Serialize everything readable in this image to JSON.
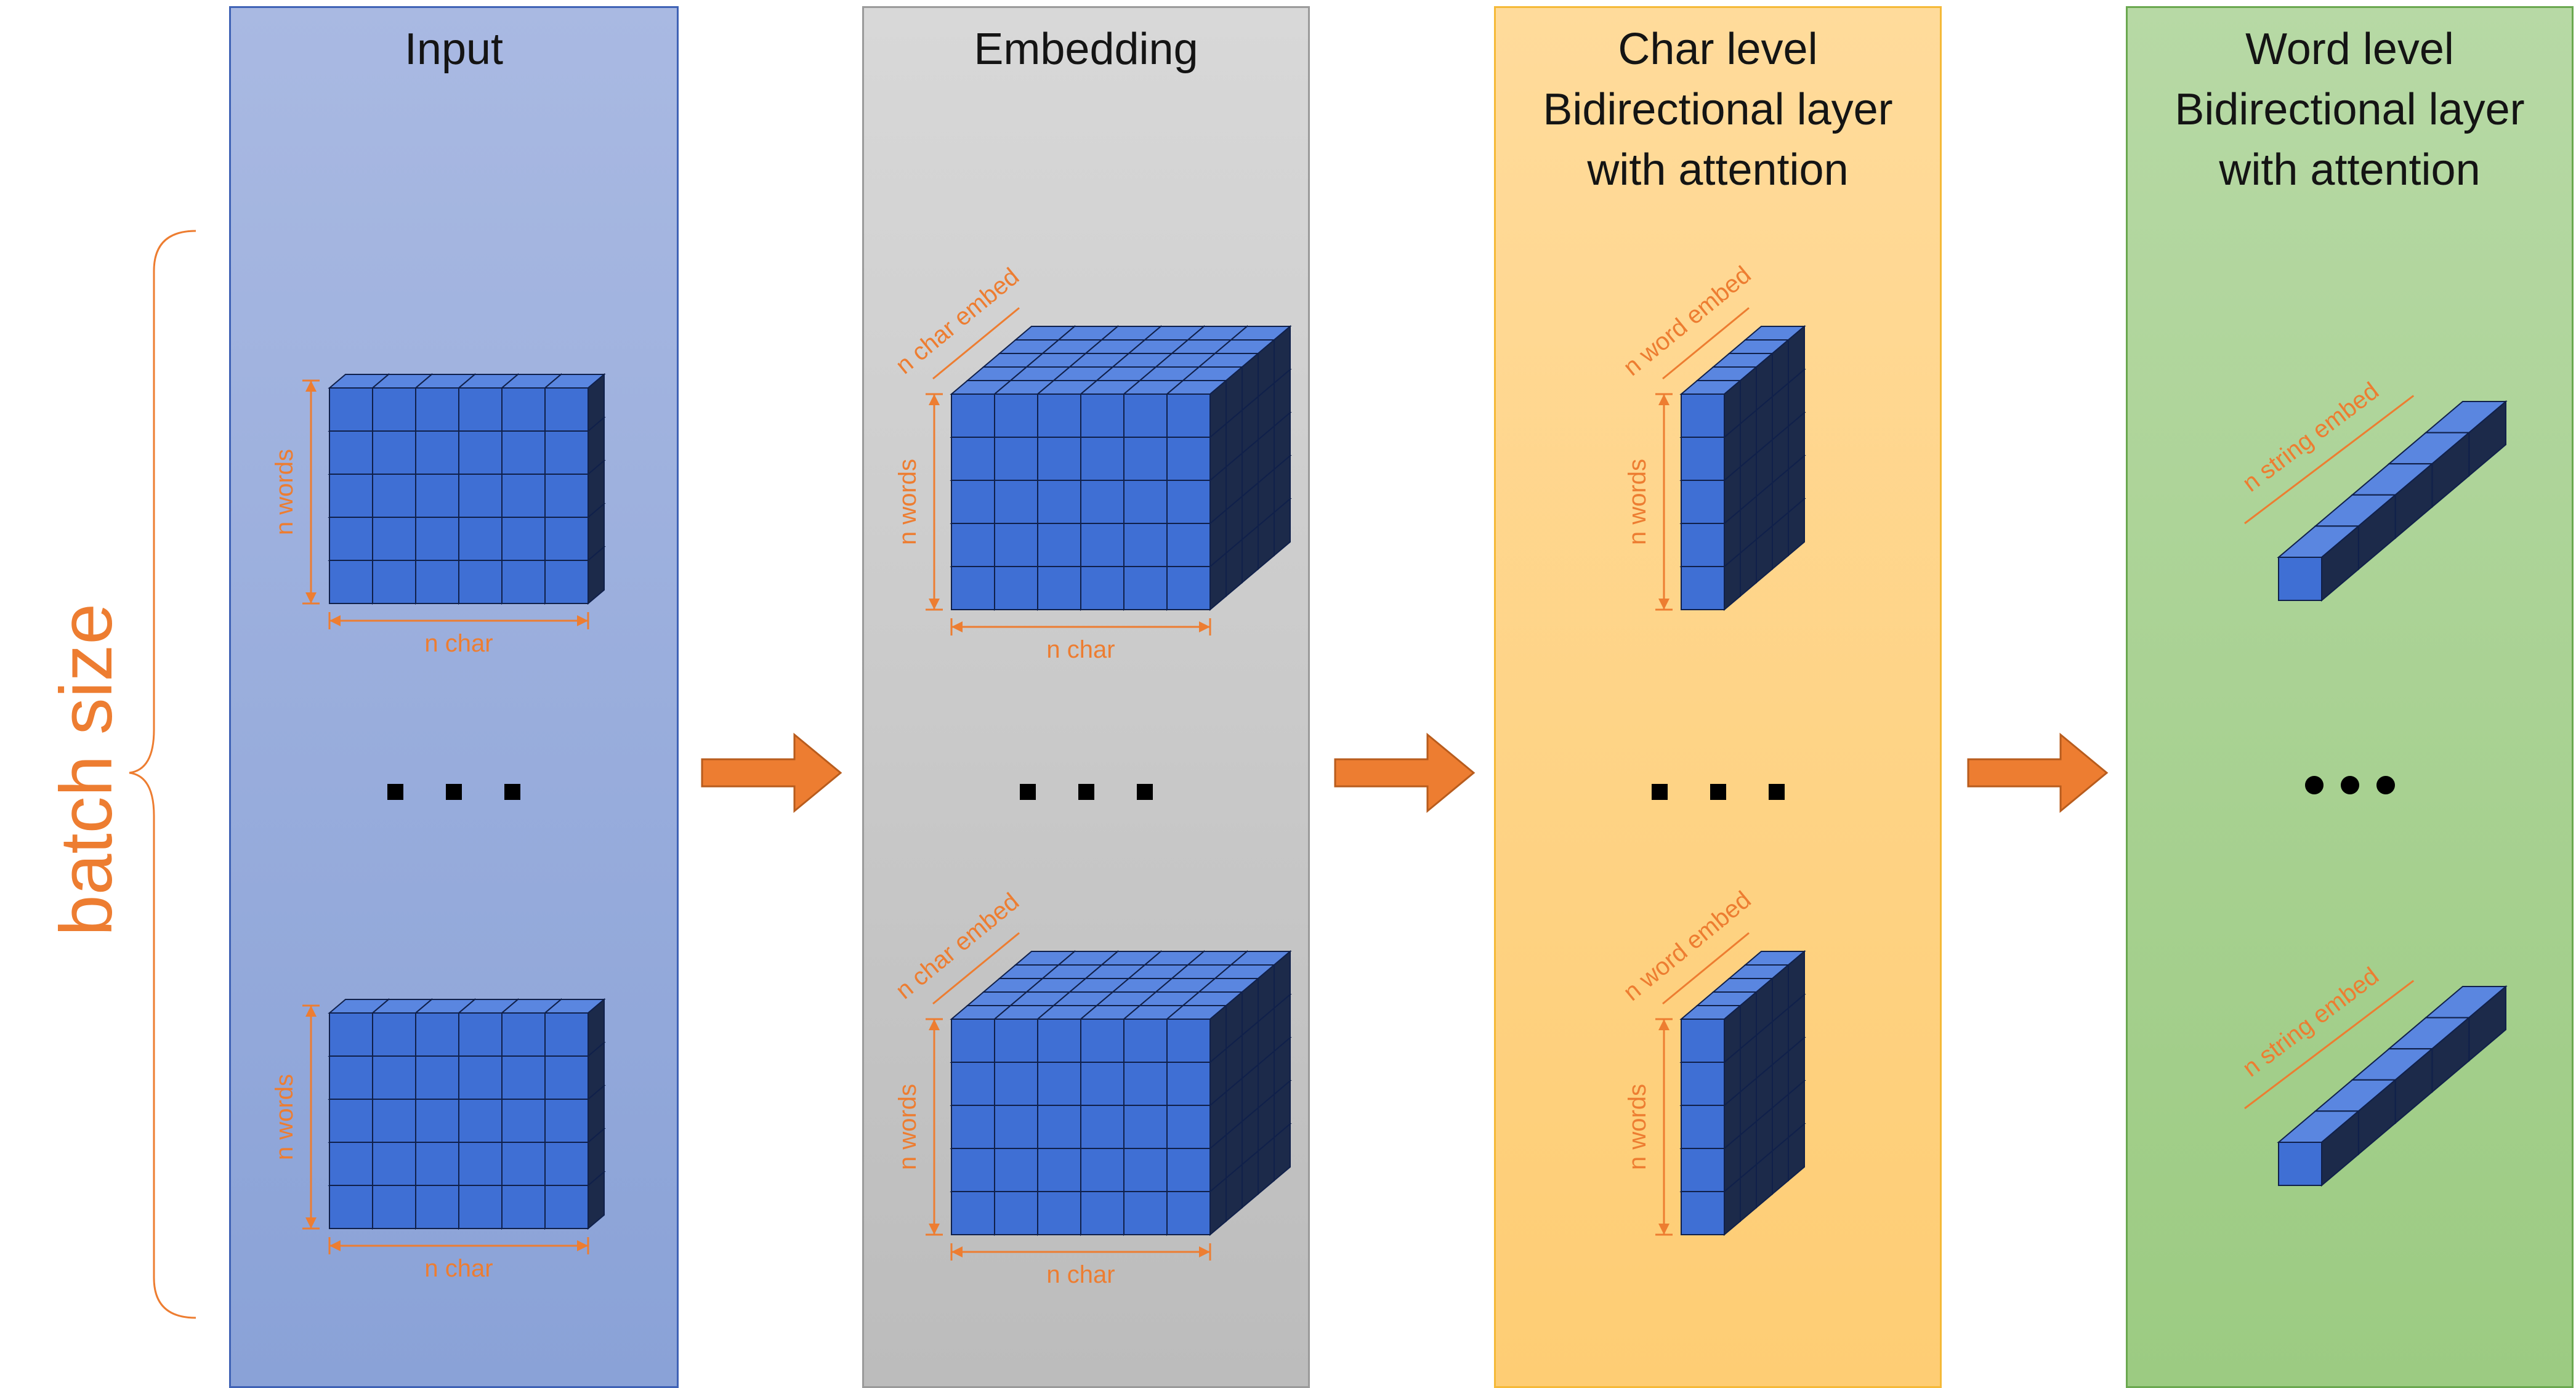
{
  "panels": [
    {
      "title": "Input",
      "colors": [
        "#a9b9e2",
        "#8aa2d7"
      ],
      "border": "#3f62b5"
    },
    {
      "title": "Embedding",
      "colors": [
        "#d8d8d8",
        "#bcbcbc"
      ],
      "border": "#9a9a9a"
    },
    {
      "title": "Char level\nBidirectional layer\nwith attention",
      "colors": [
        "#ffdb9b",
        "#fecd74"
      ],
      "border": "#f5b938"
    },
    {
      "title": "Word level\nBidirectional layer\nwith attention",
      "colors": [
        "#b7d9a5",
        "#9ccb82"
      ],
      "border": "#6aa84f"
    }
  ],
  "batch_label": "batch size",
  "dims": {
    "n_words": "n words",
    "n_char": "n char",
    "n_char_embed": "n  char embed",
    "n_word_embed": "n word embed",
    "n_string_embed": "n string embed"
  },
  "ellipsis": "...",
  "colors": {
    "accent_orange": "#ed7d31",
    "cube_front": "#3f6fd4",
    "cube_top": "#5a86e0",
    "cube_side": "#1c2a4a",
    "cube_edge": "#10204a"
  },
  "icons": {
    "arrow": "right-arrow-icon",
    "brace": "left-brace-icon"
  }
}
